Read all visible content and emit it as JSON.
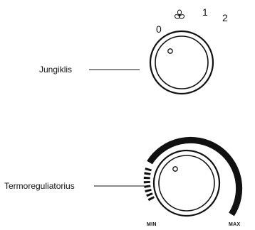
{
  "switch": {
    "label": "Jungiklis",
    "positions": [
      "0",
      "1",
      "2"
    ],
    "fan_symbol": "fan-icon"
  },
  "thermostat": {
    "label": "Termoreguliatorius",
    "min_label": "MIN",
    "max_label": "MAX"
  }
}
